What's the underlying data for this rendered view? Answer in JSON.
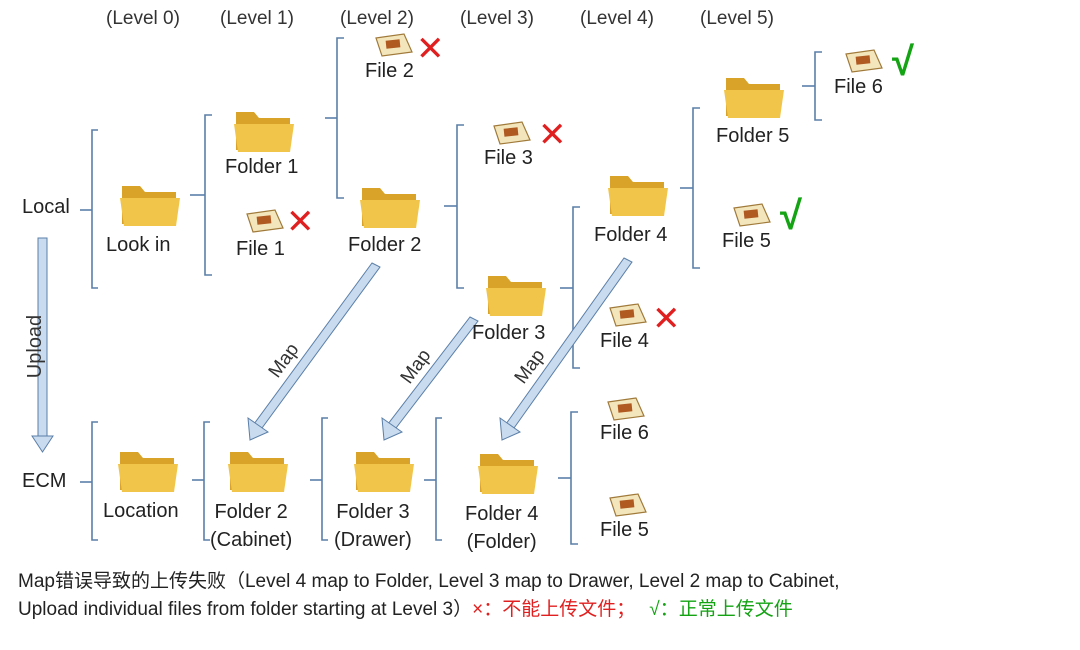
{
  "levels": [
    "(Level 0)",
    "(Level 1)",
    "(Level 2)",
    "(Level 3)",
    "(Level 4)",
    "(Level 5)"
  ],
  "sides": {
    "local": "Local",
    "ecm": "ECM",
    "upload": "Upload"
  },
  "local": {
    "look_in": "Look in",
    "folder1": "Folder 1",
    "file1": "File 1",
    "file2": "File 2",
    "folder2": "Folder 2",
    "file3": "File 3",
    "folder3": "Folder 3",
    "folder4": "Folder 4",
    "file4": "File 4",
    "folder5": "Folder 5",
    "file5": "File 5",
    "file6": "File 6"
  },
  "ecm": {
    "location": "Location",
    "folder2": "Folder 2",
    "cabinet": "(Cabinet)",
    "folder3": "Folder 3",
    "drawer": "(Drawer)",
    "folder4": "Folder 4",
    "folder": "(Folder)",
    "file6": "File 6",
    "file5": "File 5"
  },
  "map_label": "Map",
  "marks": {
    "fail": "✕",
    "ok": "√"
  },
  "caption": {
    "line1": "Map错误导致的上传失败（Level 4 map to Folder, Level 3 map to Drawer, Level 2 map to Cabinet,",
    "line2_prefix": "Upload individual files from folder starting at Level 3）",
    "fail_sym": "×：",
    "fail_text": "不能上传文件；",
    "ok_sym": "√：",
    "ok_text": "正常上传文件"
  },
  "colors": {
    "folder": "#e9b93a",
    "fail": "#e02020",
    "ok": "#13a313",
    "bracket": "#5b7fa8",
    "arrow": "#c9dbef"
  }
}
